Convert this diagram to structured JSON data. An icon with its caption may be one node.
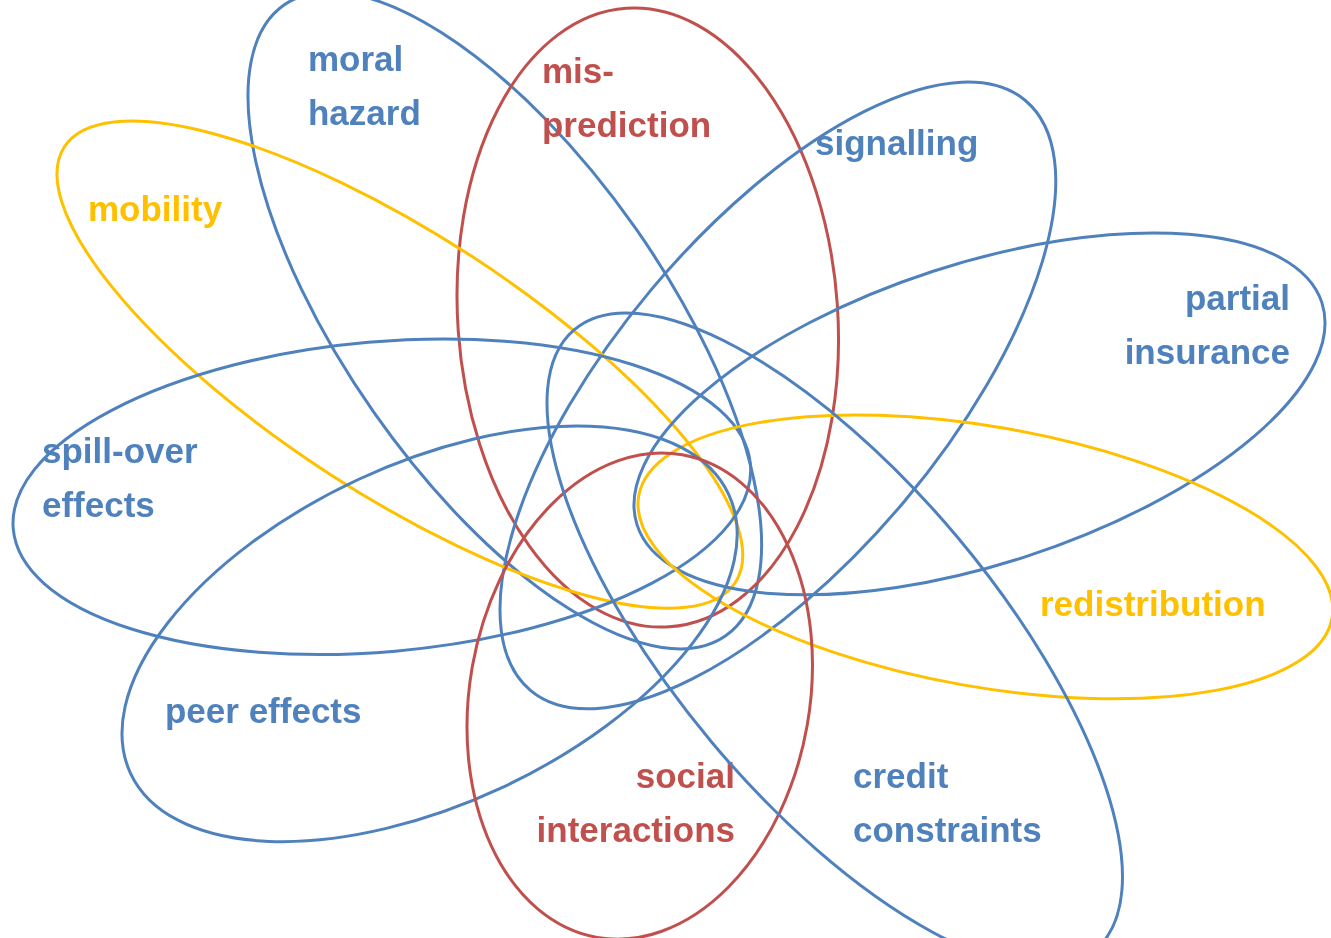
{
  "diagram": {
    "nodes": [
      {
        "text": [
          "moral hazard"
        ]
      },
      {
        "text": [
          "mis-prediction"
        ]
      },
      {
        "text": [
          "signalling"
        ]
      },
      {
        "text": [
          "mobility"
        ]
      },
      {
        "text": [
          "partial insurance"
        ]
      },
      {
        "text": [
          "spill-over effects"
        ]
      },
      {
        "text": [
          "redistribution"
        ]
      },
      {
        "text": [
          "peer effects"
        ]
      },
      {
        "text": [
          "social interactions"
        ]
      },
      {
        "text": [
          "credit constraints"
        ]
      }
    ]
  }
}
